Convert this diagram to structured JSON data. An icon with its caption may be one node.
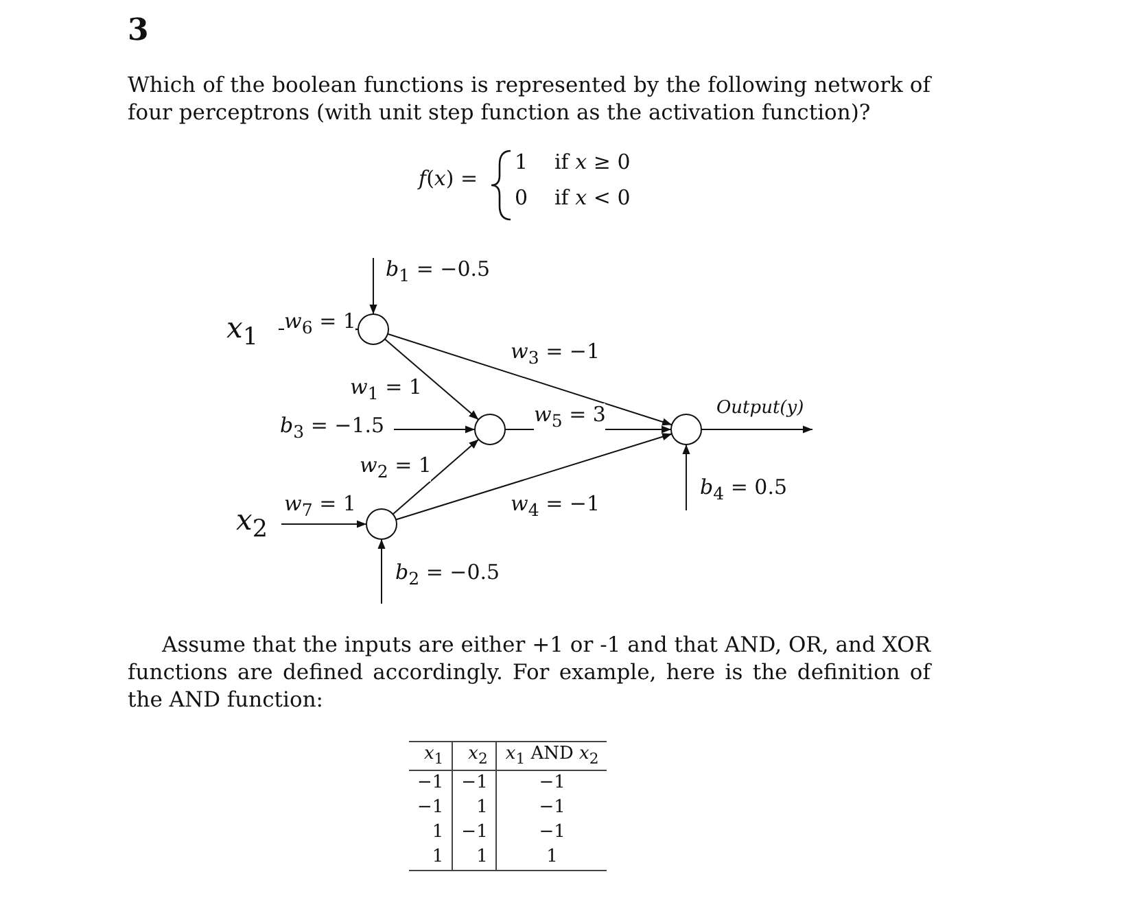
{
  "diagram": {
    "title": "3",
    "nodes": [
      {
        "text": [
          "*x*$_{1}$"
        ]
      },
      {
        "text": [],
        "shape": "circle"
      },
      {
        "text": [],
        "shape": "circle"
      },
      {
        "text": [],
        "shape": "circle"
      },
      {
        "text": [
          "*x*$_{2}$"
        ]
      },
      {
        "text": [],
        "shape": "circle"
      }
    ],
    "edges": [
      {
        "from": null,
        "to": 1,
        "arrow": "to",
        "label": "*b*$_{1}$ = −0.5"
      },
      {
        "from": 0,
        "to": 1,
        "arrow": "to",
        "label": "*w*$_{6}$ = 1"
      },
      {
        "from": 1,
        "to": 3,
        "arrow": "to",
        "label": "*w*$_{3}$ = −1"
      },
      {
        "from": 1,
        "to": 2,
        "arrow": "to",
        "label": "*w*$_{1}$ = 1"
      },
      {
        "from": null,
        "to": 2,
        "arrow": "to",
        "label": "*b*$_{3}$ = −1.5"
      },
      {
        "from": 2,
        "to": 3,
        "arrow": "to",
        "label": "*w*$_{5}$ = 3"
      },
      {
        "from": 3,
        "to": null,
        "arrow": "to",
        "label": "Output(y)"
      },
      {
        "from": 5,
        "to": 2,
        "arrow": "to",
        "label": "*w*$_{2}$ = 1"
      },
      {
        "from": null,
        "to": 3,
        "arrow": "to",
        "label": "*b*$_{4}$ = 0.5"
      },
      {
        "from": 4,
        "to": 5,
        "arrow": "to",
        "label": "*w*$_{7}$ = 1"
      },
      {
        "from": 5,
        "to": 3,
        "arrow": "to",
        "label": "*w*$_{4}$ = −1"
      },
      {
        "from": null,
        "to": 5,
        "arrow": "to",
        "label": "*b*$_{2}$ = −0.5"
      }
    ],
    "labels": [
      "Which of the boolean functions is represented by the following network of four perceptrons (with unit step function as the activation function)?",
      "*f*(*x*) =",
      "1",
      "if *x* ≥ 0",
      "0",
      "if *x* < 0",
      "Assume that the inputs are either +1 or -1 and that AND, OR, and XOR functions are defined accordingly. For example, here is the definition of the AND function:",
      "*x*$_{1}$",
      "*x*$_{2}$",
      "*x*$_{1}$ AND *x*$_{2}$",
      "−1",
      "−1",
      "−1",
      "−1",
      "1",
      "−1",
      "1",
      "−1",
      "−1",
      "1",
      "1",
      "1"
    ]
  }
}
